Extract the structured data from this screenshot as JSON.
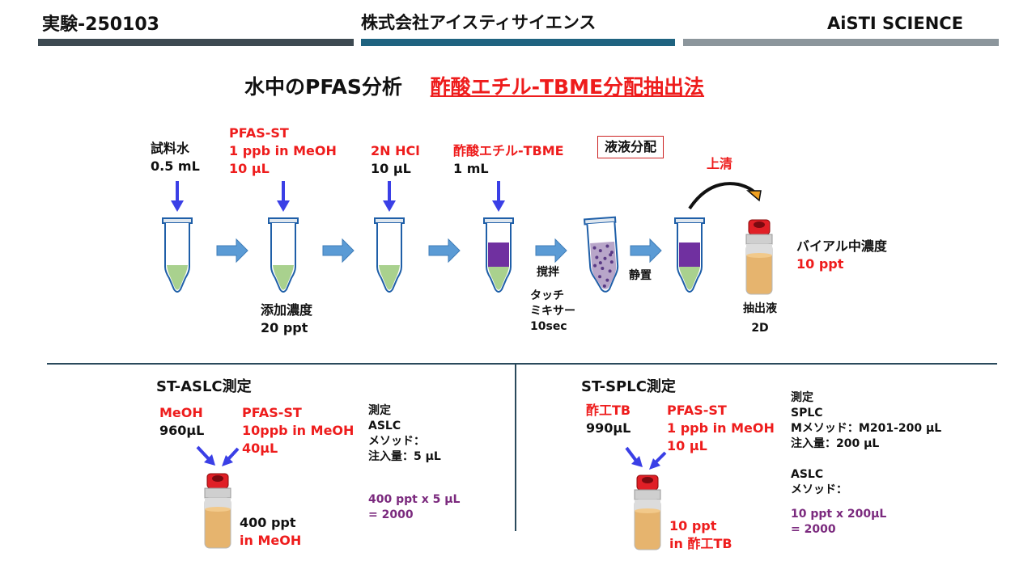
{
  "header": {
    "experiment_id": "実験-250103",
    "company": "株式会社アイスティサイエンス",
    "brand": "AiSTI SCIENCE"
  },
  "title": {
    "main": "水中のPFAS分析",
    "method": "酢酸エチル-TBME分配抽出法"
  },
  "steps": {
    "sample": {
      "line1": "試料水",
      "line2": "0.5 mL"
    },
    "spike": {
      "line1": "PFAS-ST",
      "line2": "1 ppb in MeOH",
      "line3": "10 μL"
    },
    "acid": {
      "line1": "2N HCl",
      "line2": "10 μL"
    },
    "solvent": {
      "line1": "酢酸エチル-TBME",
      "line2": "1 mL"
    },
    "partition_label": "液液分配",
    "supernatant": "上清",
    "spike_conc": {
      "line1": "添加濃度",
      "line2": "20 ppt"
    },
    "stir": "撹拌",
    "touch_mixer": {
      "line1": "タッチ",
      "line2": "ミキサー",
      "line3": "10sec"
    },
    "settle": "静置",
    "vial_conc": {
      "line1": "バイアル中濃度",
      "line2": "10 ppt"
    },
    "extract": {
      "line1": "抽出液",
      "line2": "2D"
    }
  },
  "aslc": {
    "title": "ST-ASLC測定",
    "solvent": {
      "line1": "MeOH",
      "line2": "960μL"
    },
    "standard": {
      "line1": "PFAS-ST",
      "line2": "10ppb in MeOH",
      "line3": "40μL"
    },
    "result": {
      "line1": "400 ppt",
      "line2": "in MeOH"
    },
    "measure": {
      "line1": "測定",
      "line2": "ASLC",
      "line3": "メソッド：",
      "line4": "注入量：5 μL"
    },
    "calc": {
      "line1": "400 ppt x 5 μL",
      "line2": "= 2000"
    }
  },
  "splc": {
    "title": "ST-SPLC測定",
    "solvent": {
      "line1": "酢工TB",
      "line2": "990μL"
    },
    "standard": {
      "line1": "PFAS-ST",
      "line2": "1 ppb in MeOH",
      "line3": "10 μL"
    },
    "result": {
      "line1": "10 ppt",
      "line2": "in 酢工TB"
    },
    "measure": {
      "line1": "測定",
      "line2": "SPLC",
      "line3": "Mメソッド：M201-200 μL",
      "line4": "注入量：200 μL",
      "line5": "ASLC",
      "line6": "メソッド："
    },
    "calc": {
      "line1": "10 ppt x 200μL",
      "line2": "= 2000"
    }
  },
  "colors": {
    "bar_left": "#3d4a52",
    "bar_mid": "#1f6380",
    "bar_right": "#8c969c",
    "red_text": "#ee1c1c",
    "purple_text": "#7b2a7e",
    "arrow_blue": "#3a3fe6",
    "flow_arrow": "#5b9bd5",
    "sample_green": "#a9d18e",
    "solvent_purple": "#7030a0"
  }
}
